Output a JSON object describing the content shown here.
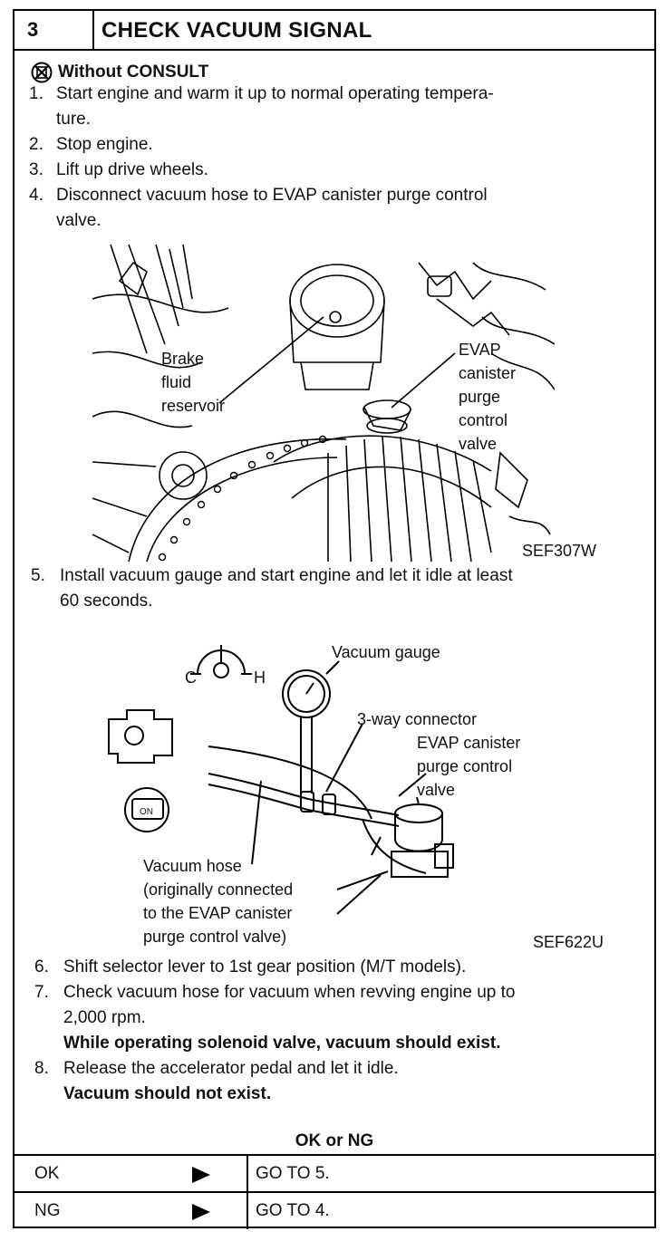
{
  "header": {
    "step": "3",
    "title": "CHECK VACUUM SIGNAL"
  },
  "consult": {
    "icon": "no-consult-icon",
    "label": "Without CONSULT"
  },
  "steps_a": [
    {
      "num": "1.",
      "lines": [
        "Start engine and warm it up to normal operating tempera-",
        "ture."
      ]
    },
    {
      "num": "2.",
      "lines": [
        "Stop engine."
      ]
    },
    {
      "num": "3.",
      "lines": [
        "Lift up drive wheels."
      ]
    },
    {
      "num": "4.",
      "lines": [
        "Disconnect vacuum hose to EVAP canister purge control",
        "valve."
      ]
    }
  ],
  "figure1": {
    "code": "SEF307W",
    "label_brake": [
      "Brake",
      "fluid",
      "reservoir"
    ],
    "label_evap": [
      "EVAP",
      "canister",
      "purge",
      "control",
      "valve"
    ]
  },
  "step5": {
    "num": "5.",
    "lines": [
      "Install vacuum gauge and start engine and let it idle at least",
      "60 seconds."
    ]
  },
  "figure2": {
    "code": "SEF622U",
    "gauge_c": "C",
    "gauge_h": "H",
    "ign_on": "ON",
    "label_gauge": "Vacuum  gauge",
    "label_connector": "3-way  connector",
    "label_valve": [
      "EVAP  canister",
      "purge  control",
      "valve"
    ],
    "label_hose": [
      "Vacuum  hose",
      "(originally  connected",
      "to  the  EVAP  canister",
      "purge  control  valve)"
    ]
  },
  "steps_b": [
    {
      "num": "6.",
      "text": "Shift selector lever to 1st gear position (M/T models)."
    },
    {
      "num": "7.",
      "text": "Check vacuum hose for vacuum when revving engine up to",
      "text2": "2,000 rpm.",
      "bold": "While operating solenoid valve, vacuum should exist."
    },
    {
      "num": "8.",
      "text": "Release the accelerator pedal and let it idle.",
      "bold": "Vacuum should not exist."
    }
  ],
  "result": {
    "heading": "OK or NG",
    "rows": [
      {
        "key": "OK",
        "value": "GO TO 5."
      },
      {
        "key": "NG",
        "value": "GO TO 4."
      }
    ]
  }
}
